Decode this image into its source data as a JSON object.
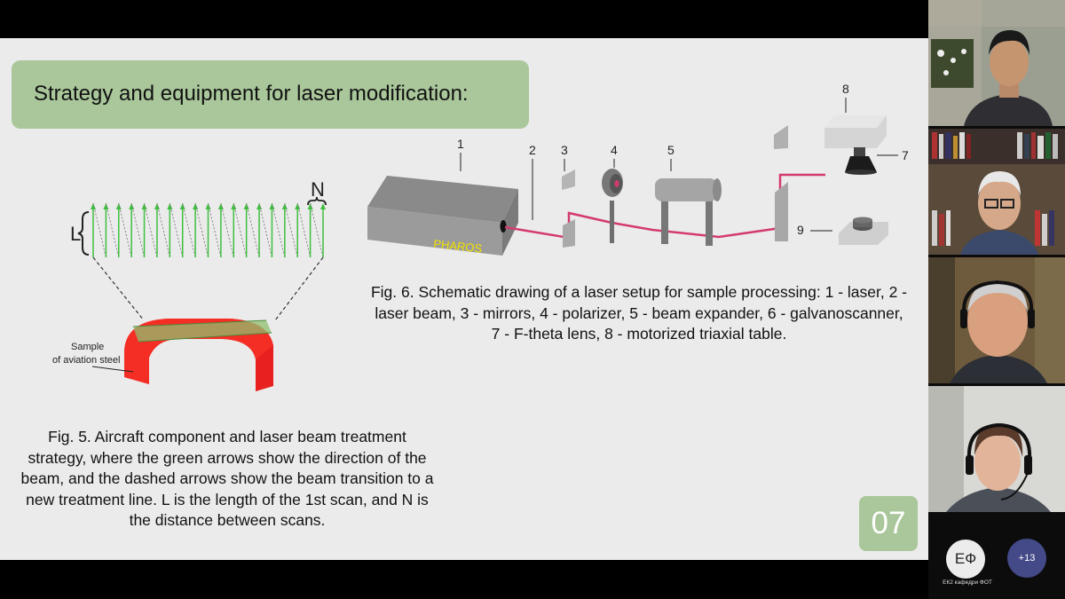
{
  "slide": {
    "title": "Strategy and equipment for laser modification:",
    "number": "07",
    "fig5": {
      "caption": "Fig. 5. Aircraft component and laser beam treatment strategy, where the green arrows show the direction of the beam, and the dashed arrows show the beam transition to a new treatment line. L is the length of the 1st scan, and N is the distance between scans.",
      "label_L": "L",
      "label_N": "N",
      "sample_label_line1": "Sample",
      "sample_label_line2": "of aviation steel"
    },
    "fig6": {
      "caption": "Fig. 6. Schematic drawing of a laser setup for sample processing: 1 - laser, 2 - laser beam, 3 - mirrors, 4 - polarizer, 5 - beam expander, 6 - galvanoscanner, 7 - F-theta lens, 8 - motorized triaxial table.",
      "laser_brand": "PHAROS",
      "labels": [
        "1",
        "2",
        "3",
        "4",
        "5",
        "7",
        "8",
        "9"
      ]
    }
  },
  "participants": {
    "avatar_initials": "ЕФ",
    "avatar_name": "ЕК2 кафедри ФОТ",
    "more_count": "+13"
  },
  "colors": {
    "title_box": "#a9c79a",
    "beam": "#d43a6e",
    "green_arrows": "#3fbf3f",
    "sample_red": "#e82020",
    "more_bubble": "#444a88"
  }
}
